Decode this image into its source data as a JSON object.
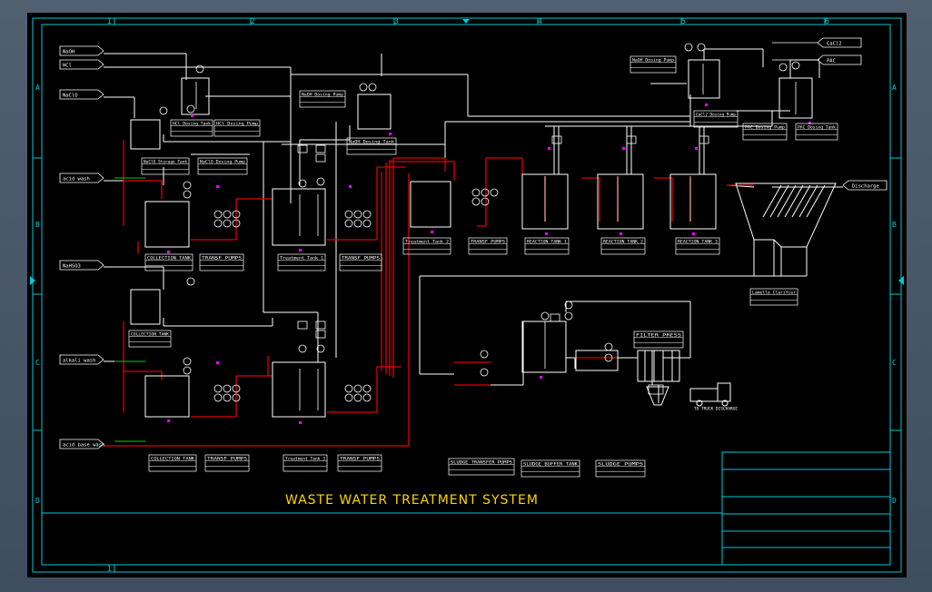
{
  "title": "WASTE WATER TREATMENT SYSTEM",
  "colors": {
    "background": "#000000",
    "frame": "#00c8d8",
    "line": "#ffffff",
    "pipe_red": "#e00000",
    "pipe_green": "#00d000",
    "magenta": "#ff00ff",
    "title_text": "#ffd200"
  },
  "grid_columns": [
    "1",
    "2",
    "3",
    "4",
    "5",
    "6"
  ],
  "grid_rows": [
    "A",
    "B",
    "C",
    "D"
  ],
  "inlets": [
    {
      "label": "NaOH"
    },
    {
      "label": "HCl"
    },
    {
      "label": "NaClO"
    },
    {
      "label": "acid wash"
    },
    {
      "label": "NaHSO3"
    },
    {
      "label": "alkali wash"
    },
    {
      "label": "acid base wash"
    }
  ],
  "outlets": [
    {
      "label": "CaCl2"
    },
    {
      "label": "PAC"
    },
    {
      "label": "Discharge"
    }
  ],
  "equipment_labels": [
    {
      "text": "HCl Dosing Tank"
    },
    {
      "text": "HCl Dosing Pump"
    },
    {
      "text": "NaOH Dosing Pump"
    },
    {
      "text": "NaOH Dosing Tank"
    },
    {
      "text": "NaClO Storage Tank"
    },
    {
      "text": "NaClO Dosing Pump"
    },
    {
      "text": "COLLECTION TANK"
    },
    {
      "text": "TRANSF PUMPS"
    },
    {
      "text": "Treatment Tank 1"
    },
    {
      "text": "TRANSF PUMPS"
    },
    {
      "text": "Treatment Tank 2"
    },
    {
      "text": "TRANSF PUMPS"
    },
    {
      "text": "REACTION TANK 1"
    },
    {
      "text": "REACTION TANK 2"
    },
    {
      "text": "REACTION TANK 3"
    },
    {
      "text": "CaCl2 Dosing Pump"
    },
    {
      "text": "NaOH Dosing Pump"
    },
    {
      "text": "PAC Dosing Pump"
    },
    {
      "text": "PAC Dosing Tank"
    },
    {
      "text": "Lamella Clarifier"
    },
    {
      "text": "COLLECTION TANK"
    },
    {
      "text": "COLLECTION TANK"
    },
    {
      "text": "TRANSF PUMPS"
    },
    {
      "text": "Treatment Tank 3"
    },
    {
      "text": "TRANSF PUMPS"
    },
    {
      "text": "SLUDGE TRANSFER PUMPS"
    },
    {
      "text": "SLUDGE BUFFER TANK"
    },
    {
      "text": "SLUDGE PUMPS"
    },
    {
      "text": "FILTER PRESS"
    },
    {
      "text": "TO TRUCK DISCHARGE"
    }
  ]
}
